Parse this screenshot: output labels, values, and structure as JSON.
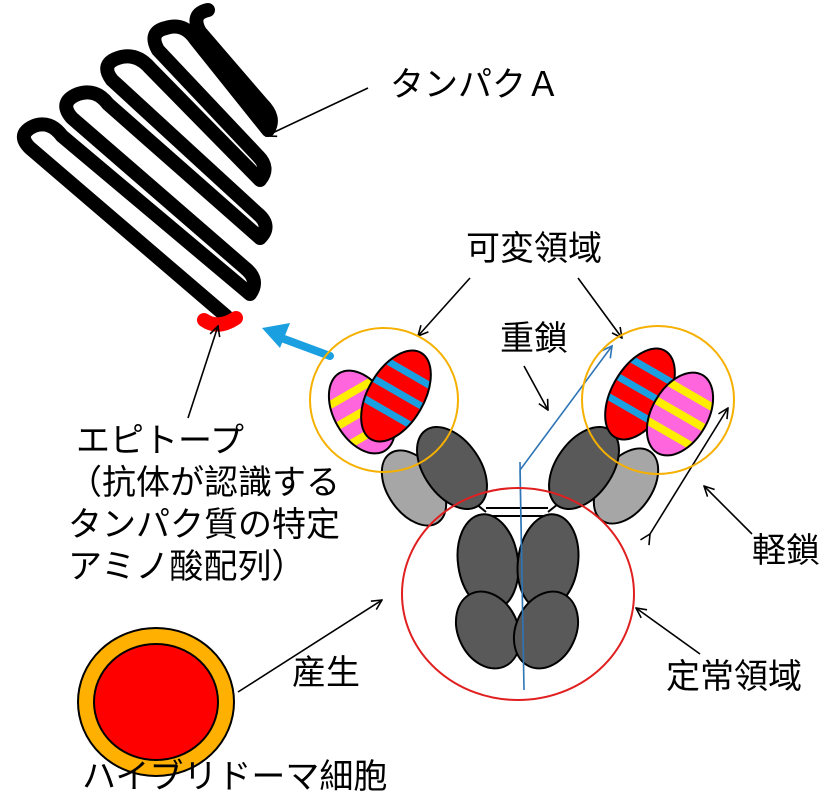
{
  "labels": {
    "protein_a": "タンパクＡ",
    "variable_region": "可変領域",
    "heavy_chain": "重鎖",
    "light_chain": "軽鎖",
    "constant_region": "定常領域",
    "epitope_line1": "エピトープ",
    "epitope_line2": "（抗体が認識する",
    "epitope_line3": "タンパク質の特定",
    "epitope_line4": "アミノ酸配列）",
    "produce": "産生",
    "hybridoma": "ハイブリドーマ細胞"
  },
  "colors": {
    "protein": "#000000",
    "epitope": "#ff0000",
    "blue_arrow": "#1aa0e0",
    "heavy_var": "#ff0000",
    "heavy_stripe": "#1aa0e0",
    "light_var": "#ff66dd",
    "light_stripe": "#ffee00",
    "heavy_const": "#595959",
    "light_const": "#a6a6a6",
    "variable_circle": "#f5b000",
    "constant_circle": "#e02020",
    "cell_outer": "#ffb000",
    "cell_inner": "#ff0000",
    "heavy_line": "#2e75b6"
  }
}
